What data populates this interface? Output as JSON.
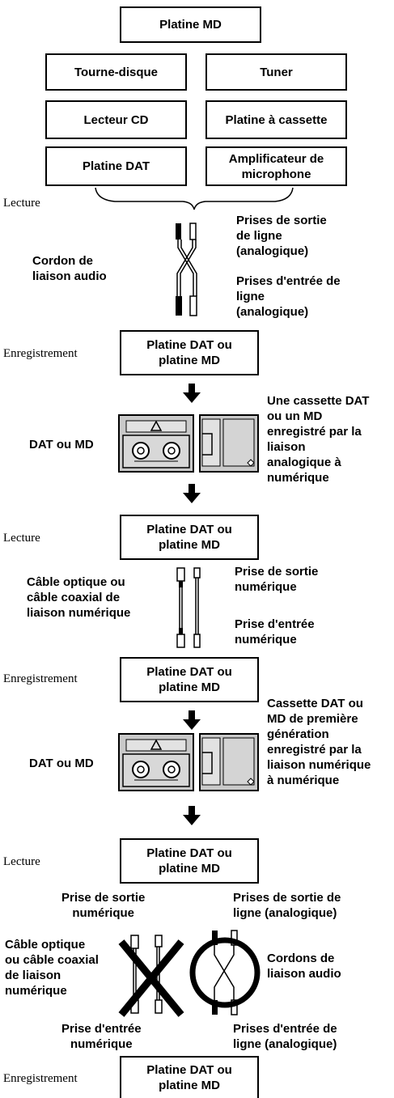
{
  "sources": {
    "platine_md": "Platine MD",
    "tourne_disque": "Tourne-disque",
    "tuner": "Tuner",
    "lecteur_cd": "Lecteur CD",
    "platine_cassette": "Platine à cassette",
    "platine_dat": "Platine DAT",
    "ampli_micro": "Amplificateur de\nmicrophone"
  },
  "modes": {
    "lecture": "Lecture",
    "enregistrement": "Enregistrement"
  },
  "analog_link": {
    "cable": "Cordon de\nliaison audio",
    "out_jacks": "Prises de sortie\nde ligne\n(analogique)",
    "in_jacks": "Prises d'entrée de\nligne\n(analogique)"
  },
  "deck_dat_md": "Platine DAT ou\nplatine MD",
  "media_label": "DAT ou MD",
  "media_analog_note": "Une cassette DAT\nou un MD\nenregistré par la\nliaison\nanalogique à\nnumérique",
  "digital_link": {
    "cable": "Câble optique ou\ncâble coaxial de\nliaison numérique",
    "out_jack": "Prise de sortie\nnumérique",
    "in_jack": "Prise d'entrée\nnumérique"
  },
  "media_digital_note": "Cassette DAT ou\nMD de première\ngénération\nenregistré par la\nliaison numérique\nà numérique",
  "prohibited": {
    "out_digital": "Prise de sortie\nnumérique",
    "out_analog": "Prises de sortie de\nligne (analogique)",
    "cable_digital": "Câble optique\nou câble coaxial\nde liaison\nnumérique",
    "cable_analog": "Cordons de\nliaison audio",
    "in_digital": "Prise d'entrée\nnumérique",
    "in_analog": "Prises d'entrée de\nligne (analogique)"
  }
}
